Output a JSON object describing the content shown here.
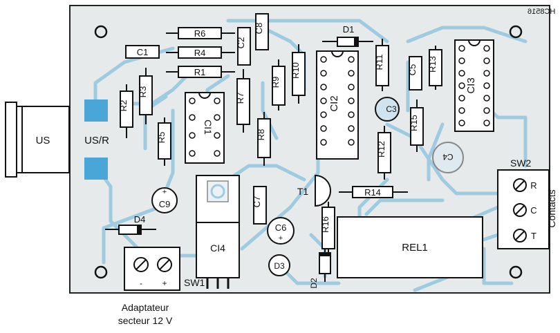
{
  "colors": {
    "board": "#e7eaea",
    "trace": "#9fcbe0",
    "pad": "#4aa6d6",
    "silk": "#111111"
  },
  "labels": {
    "us": "US",
    "us_r": "US/R",
    "sw1": "SW1",
    "sw2": "SW2",
    "contacts": "Contacts",
    "rel1": "REL1",
    "t1": "T1",
    "minus": "-",
    "plus": "+",
    "sw2_r": "R",
    "sw2_c": "C",
    "sw2_t": "T",
    "mirror_code": "HC8516",
    "caption_line1": "Adaptateur",
    "caption_line2": "secteur 12 V"
  },
  "components": {
    "r1": "R1",
    "r2": "R2",
    "r3": "R3",
    "r4": "R4",
    "r5": "R5",
    "r6": "R6",
    "r7": "R7",
    "r8": "R8",
    "r9": "R9",
    "r10": "R10",
    "r11": "R11",
    "r12": "R12",
    "r13": "R13",
    "r14": "R14",
    "r15": "R15",
    "r16": "R16",
    "c1": "C1",
    "c2": "C2",
    "c3": "C3",
    "c4": "C4",
    "c5": "C5",
    "c6": "C6",
    "c7": "C7",
    "c8": "C8",
    "c9": "C9",
    "d1": "D1",
    "d2": "D2",
    "d3": "D3",
    "d4": "D4",
    "ci1": "CI1",
    "ci2": "CI2",
    "ci3": "CI3",
    "ci4": "CI4"
  }
}
